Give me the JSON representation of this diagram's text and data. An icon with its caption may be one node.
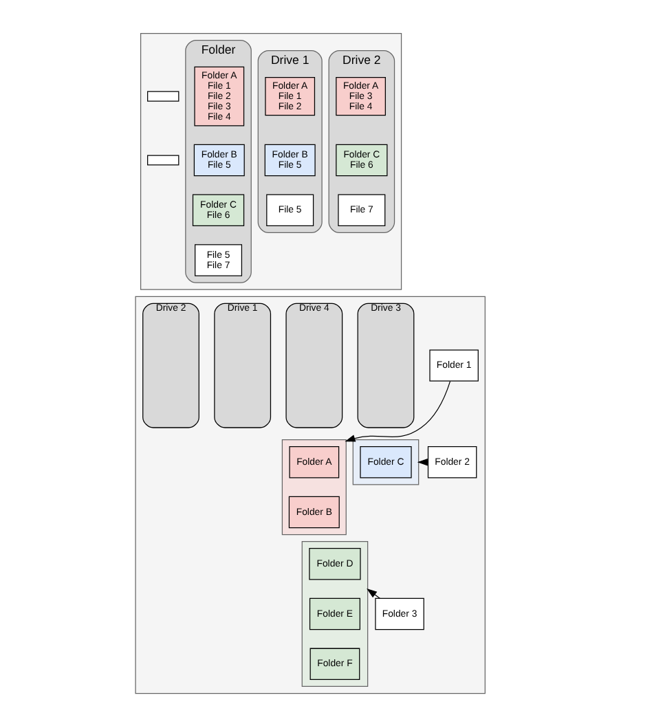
{
  "diagram": {
    "nodes": [
      {
        "text": [],
        "shape": "box"
      },
      {
        "text": [
          "Drive 1"
        ],
        "in": 0
      },
      {
        "text": [
          "Folder A",
          "File 1",
          "File 2"
        ],
        "in": 1
      },
      {
        "text": [
          "Folder B",
          "File 5"
        ],
        "in": 1
      },
      {
        "text": [
          "File 5"
        ],
        "in": 1
      },
      {
        "text": [
          "Drive 2"
        ],
        "in": 0
      },
      {
        "text": [
          "Folder A",
          "File 3",
          "File 4"
        ],
        "in": 5
      },
      {
        "text": [
          "Folder C",
          "File 6"
        ],
        "in": 5
      },
      {
        "text": [
          "File 7"
        ],
        "in": 5
      },
      {
        "text": [],
        "shape": "box",
        "in": 0
      },
      {
        "text": [],
        "shape": "box",
        "in": 0
      },
      {
        "text": [
          "Folder"
        ],
        "in": 0
      },
      {
        "text": [
          "Folder A",
          "File 1",
          "File 2",
          "File 3",
          "File 4"
        ],
        "in": 11
      },
      {
        "text": [
          "Folder B",
          "File 5"
        ],
        "in": 11
      },
      {
        "text": [
          "Folder C",
          "File 6"
        ],
        "in": 11
      },
      {
        "text": [
          "File 5",
          "File 7"
        ],
        "in": 11
      },
      {
        "text": [],
        "shape": "box"
      },
      {
        "text": [
          "Drive 1"
        ],
        "in": 16
      },
      {
        "text": [
          "Drive 2"
        ],
        "in": 16
      },
      {
        "text": [
          "Drive 3"
        ],
        "in": 16
      },
      {
        "text": [
          "Drive 4"
        ],
        "in": 16
      },
      {
        "text": [],
        "shape": "box",
        "in": 16
      },
      {
        "text": [
          "Folder A"
        ],
        "in": 21
      },
      {
        "text": [
          "Folder B"
        ],
        "in": 21
      },
      {
        "text": [],
        "shape": "box",
        "in": 16
      },
      {
        "text": [
          "Folder C"
        ],
        "in": 24
      },
      {
        "text": [],
        "shape": "box",
        "in": 16
      },
      {
        "text": [
          "Folder D"
        ],
        "in": 26
      },
      {
        "text": [
          "Folder E"
        ],
        "in": 26
      },
      {
        "text": [
          "Folder F"
        ],
        "in": 26
      },
      {
        "text": [
          "Folder 1"
        ],
        "in": 16
      },
      {
        "text": [
          "Folder 2"
        ],
        "in": 16
      },
      {
        "text": [
          "Folder 3"
        ],
        "in": 16
      }
    ],
    "edges": [
      {
        "from": 30,
        "to": 21,
        "arrow": "to"
      },
      {
        "from": 31,
        "to": 24,
        "arrow": "to"
      },
      {
        "from": 32,
        "to": 26,
        "arrow": "to"
      }
    ]
  }
}
